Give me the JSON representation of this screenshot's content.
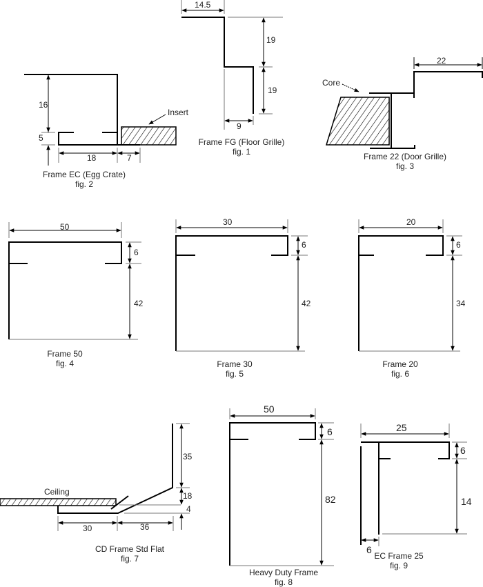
{
  "figures": {
    "fig1": {
      "title": "Frame FG (Floor Grille)",
      "fig": "fig. 1",
      "dims": {
        "width": "14.5",
        "upper": "19",
        "lower": "19",
        "bottom": "9"
      }
    },
    "fig2": {
      "title": "Frame EC (Egg Crate)",
      "fig": "fig. 2",
      "dims": {
        "height": "16",
        "lip": "5",
        "width": "18",
        "insert_width": "7"
      },
      "insert_label": "Insert"
    },
    "fig3": {
      "title": "Frame 22 (Door Grille)",
      "fig": "fig. 3",
      "dims": {
        "width": "22"
      },
      "core_label": "Core"
    },
    "fig4": {
      "title": "Frame 50",
      "fig": "fig. 4",
      "dims": {
        "width": "50",
        "lip": "6",
        "height": "42"
      }
    },
    "fig5": {
      "title": "Frame 30",
      "fig": "fig. 5",
      "dims": {
        "width": "30",
        "lip": "6",
        "height": "42"
      }
    },
    "fig6": {
      "title": "Frame 20",
      "fig": "fig. 6",
      "dims": {
        "width": "20",
        "lip": "6",
        "height": "34"
      }
    },
    "fig7": {
      "title": "CD Frame Std Flat",
      "fig": "fig. 7",
      "dims": {
        "top": "35",
        "mid": "18",
        "low": "4",
        "left": "30",
        "right": "36"
      },
      "ceiling_label": "Ceiling"
    },
    "fig8": {
      "title": "Heavy Duty Frame",
      "fig": "fig. 8",
      "dims": {
        "width": "50",
        "lip": "6",
        "height": "82"
      }
    },
    "fig9": {
      "title": "EC Frame 25",
      "fig": "fig. 9",
      "dims": {
        "width": "25",
        "lip": "6",
        "height": "14",
        "side": "6"
      }
    }
  }
}
